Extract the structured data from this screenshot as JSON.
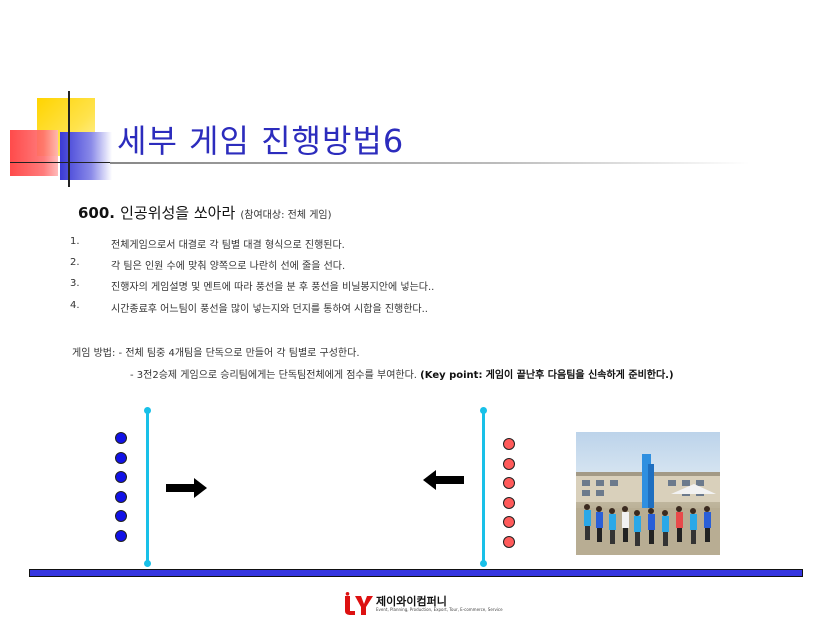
{
  "title": "세부 게임 진행방법6",
  "subtitle": {
    "number": "600.",
    "name": "인공위성을 쏘아라",
    "note": "(참여대상: 전체 게임)"
  },
  "steps": [
    {
      "n": "1.",
      "text": "전체게임으로서 대결로 각 팀별 대결 형식으로 진행된다."
    },
    {
      "n": "2.",
      "text": "각 팀은 인원 수에 맞춰 양쪽으로 나란히 선에 줄을 선다."
    },
    {
      "n": "3.",
      "text": "진행자의 게임설명 및 멘트에 따라 풍선을 분 후 풍선을 비닐봉지안에 넣는다.."
    },
    {
      "n": "4.",
      "text": "시간종료후 어느팀이 풍선을 많이 넣는지와 던지를 통하여 시합을 진행한다.."
    }
  ],
  "method": {
    "line1": "게임 방법: - 전체 팀중 4개팀을 단독으로 만들어 각 팀별로 구성한다.",
    "line2": "- 3전2승제 게임으로 승리팀에게는 단독팀전체에게 점수를 부여한다.",
    "keypoint_label": "(Key point:",
    "keypoint_text": "게임이 끝난후 다음팀을 신속하게 준비한다.)"
  },
  "diagram": {
    "left_team_color": "#1212e6",
    "right_team_color": "#ff5a5a",
    "pole_color": "#18c0e8",
    "ground_color": "#3636e0",
    "team_size": 6
  },
  "logo": {
    "mark": "JY",
    "name": "제이와이컴퍼니",
    "tagline": "Event, Planning, Production, Export, Tour, E-commerce, Service"
  },
  "colors": {
    "title": "#2c2cbd"
  }
}
